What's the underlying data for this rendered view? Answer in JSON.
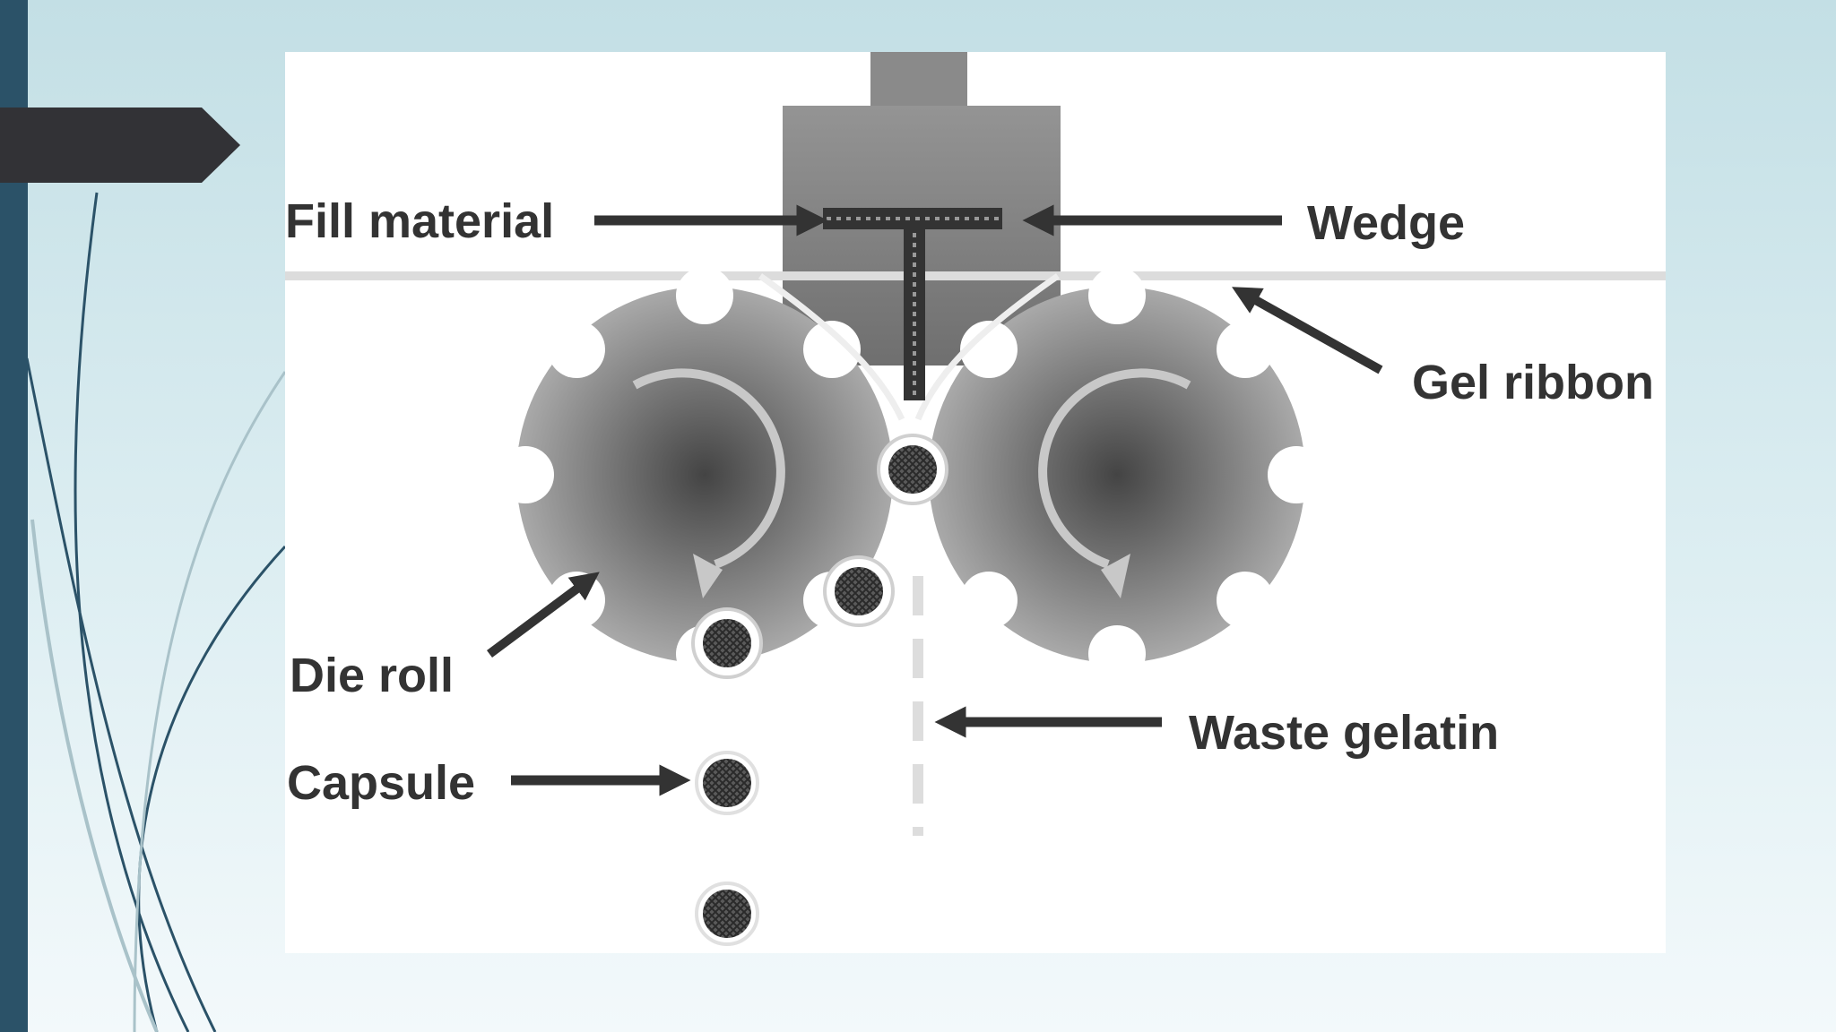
{
  "diagram": {
    "labels": {
      "fill_material": "Fill material",
      "wedge": "Wedge",
      "gel_ribbon": "Gel ribbon",
      "die_roll": "Die roll",
      "capsule": "Capsule",
      "waste_gelatin": "Waste gelatin"
    }
  },
  "colors": {
    "left_bar": "#2b5268",
    "tag": "#323236",
    "background_top": "#c3dfe5",
    "label_text": "#333333"
  }
}
